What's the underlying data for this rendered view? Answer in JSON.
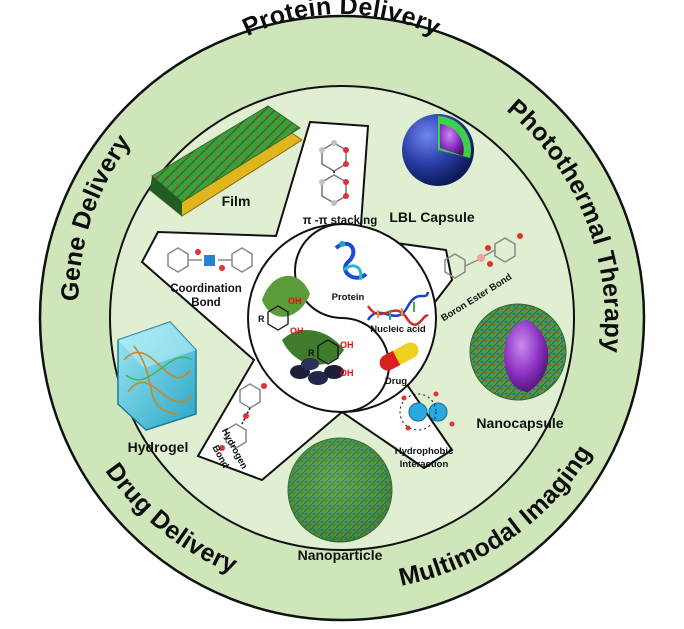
{
  "ring_labels": {
    "top": "Protein Delivery",
    "right": "Photothermal Therapy",
    "bottom_right": "Multimodal Imaging",
    "bottom_left": "Drug Delivery",
    "left": "Gene Delivery"
  },
  "forms": {
    "film": "Film",
    "lbl_capsule": "LBL Capsule",
    "hydrogel": "Hydrogel",
    "nanocapsule": "Nanocapsule",
    "nanoparticle": "Nanoparticle"
  },
  "interactions": {
    "pi_stacking": "π -π stacking",
    "coordination_1": "Coordination",
    "coordination_2": "Bond",
    "boron": "Boron Ester Bond",
    "hydrogen_1": "Hydrogen",
    "hydrogen_2": "Bond",
    "hydrophobic_1": "Hydrophobic",
    "hydrophobic_2": "Interaction"
  },
  "center": {
    "protein": "Protein",
    "nucleic_acid": "Nucleic acid",
    "drug": "Drug",
    "oh": "OH",
    "r": "R"
  },
  "colors": {
    "ring_fill": "#cfe6bb",
    "inner_fill": "#e0efd2",
    "outline": "#111111",
    "capsule_blue": "#2a3fa8",
    "capsule_purple": "#8b3fd0",
    "nano_purple": "#8a2fc0",
    "hydrogel_cyan": "#4fc8e0",
    "film_green": "#3aa93a",
    "film_gold": "#e1b51c"
  }
}
